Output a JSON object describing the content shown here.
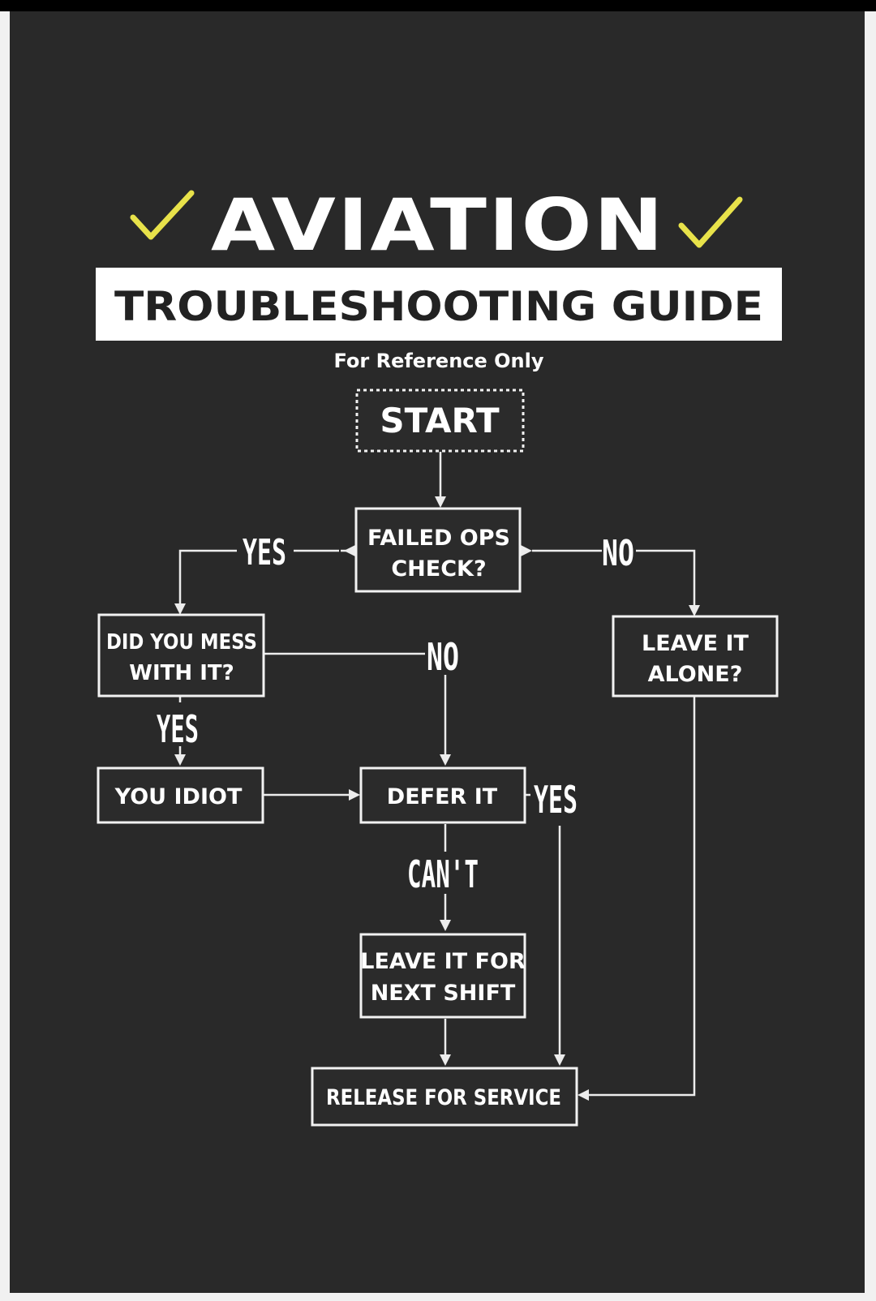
{
  "title": {
    "main": "AVIATION",
    "sub": "TROUBLESHOOTING GUIDE",
    "tagline": "For Reference Only",
    "check_icon": "check-icon",
    "check_color": "#e8e24a"
  },
  "nodes": {
    "start": [
      "START"
    ],
    "failed_ops": [
      "FAILED OPS",
      "CHECK?"
    ],
    "mess": [
      "DID YOU MESS",
      "WITH IT?"
    ],
    "leave_alone": [
      "LEAVE IT",
      "ALONE?"
    ],
    "idiot": [
      "YOU IDIOT"
    ],
    "defer": [
      "DEFER IT"
    ],
    "next_shift": [
      "LEAVE IT FOR",
      "NEXT SHIFT"
    ],
    "release": [
      "RELEASE FOR SERVICE"
    ]
  },
  "edge_labels": {
    "ops_yes": "YES",
    "ops_no": "NO",
    "mess_no": "NO",
    "mess_yes": "YES",
    "defer_yes": "YES",
    "defer_cant": "CAN'T"
  },
  "colors": {
    "background": "#292929",
    "foreground": "#ffffff",
    "accent": "#e8e24a"
  }
}
